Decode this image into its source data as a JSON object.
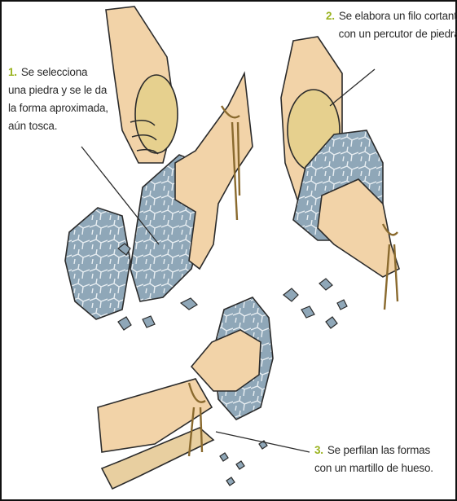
{
  "colors": {
    "step_number": "#9ab31f",
    "skin": "#f2d3a8",
    "skin_shadow": "#d9a877",
    "stone": "#8fa7b8",
    "stone_light": "#b9cad6",
    "stone_crack": "#e8eef2",
    "bone": "#e8cfa0",
    "cord": "#8a6a2e",
    "outline": "#2b2b2b"
  },
  "steps": [
    {
      "number": "1.",
      "lines": [
        "Se selecciona",
        "una piedra y se le da",
        "la forma aproximada,",
        "aún tosca."
      ]
    },
    {
      "number": "2.",
      "lines": [
        "Se elabora un filo cortante",
        "con un percutor de piedra."
      ]
    },
    {
      "number": "3.",
      "lines": [
        "Se perfilan las formas",
        "con un martillo de hueso."
      ]
    }
  ],
  "icons": {
    "hammerstone": "hammerstone-icon",
    "core": "stone-core-icon",
    "bone_hammer": "bone-hammer-icon",
    "flakes": "stone-flakes-icon"
  }
}
